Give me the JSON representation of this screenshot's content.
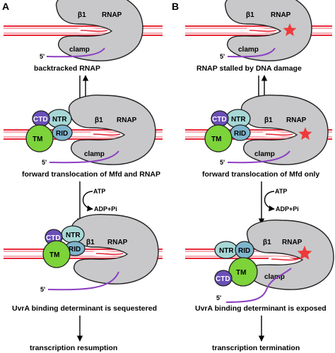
{
  "colors": {
    "dna_outer": "#e8293a",
    "dna_inner": "#f4a9b1",
    "rnap_fill": "#c8c8ca",
    "rnap_stroke": "#222222",
    "rna": "#8c3fc2",
    "tm": "#7cd33a",
    "ctd": "#6a4fb8",
    "ntr": "#a7d8d6",
    "rid": "#7fb5cc",
    "lesion": "#ee3a3a"
  },
  "panel_a": {
    "letter": "A",
    "beta1": "β1",
    "rnap": "RNAP",
    "clamp": "clamp",
    "five_prime": "5'",
    "caption1": "backtracked RNAP",
    "mfd_ctd": "CTD",
    "mfd_ntr": "NTR",
    "mfd_rid": "RID",
    "mfd_tm": "TM",
    "caption2": "forward translocation of Mfd and RNAP",
    "atp": "ATP",
    "adp": "ADP+Pi",
    "caption3": "UvrA binding determinant is sequestered",
    "caption4": "transcription resumption"
  },
  "panel_b": {
    "letter": "B",
    "beta1": "β1",
    "rnap": "RNAP",
    "clamp": "clamp",
    "five_prime": "5'",
    "caption1": "RNAP stalled by DNA damage",
    "mfd_ctd": "CTD",
    "mfd_ntr": "NTR",
    "mfd_rid": "RID",
    "mfd_tm": "TM",
    "caption2": "forward translocation of Mfd only",
    "atp": "ATP",
    "adp": "ADP+Pi",
    "caption3": "UvrA binding determinant is exposed",
    "caption4": "transcription termination"
  }
}
